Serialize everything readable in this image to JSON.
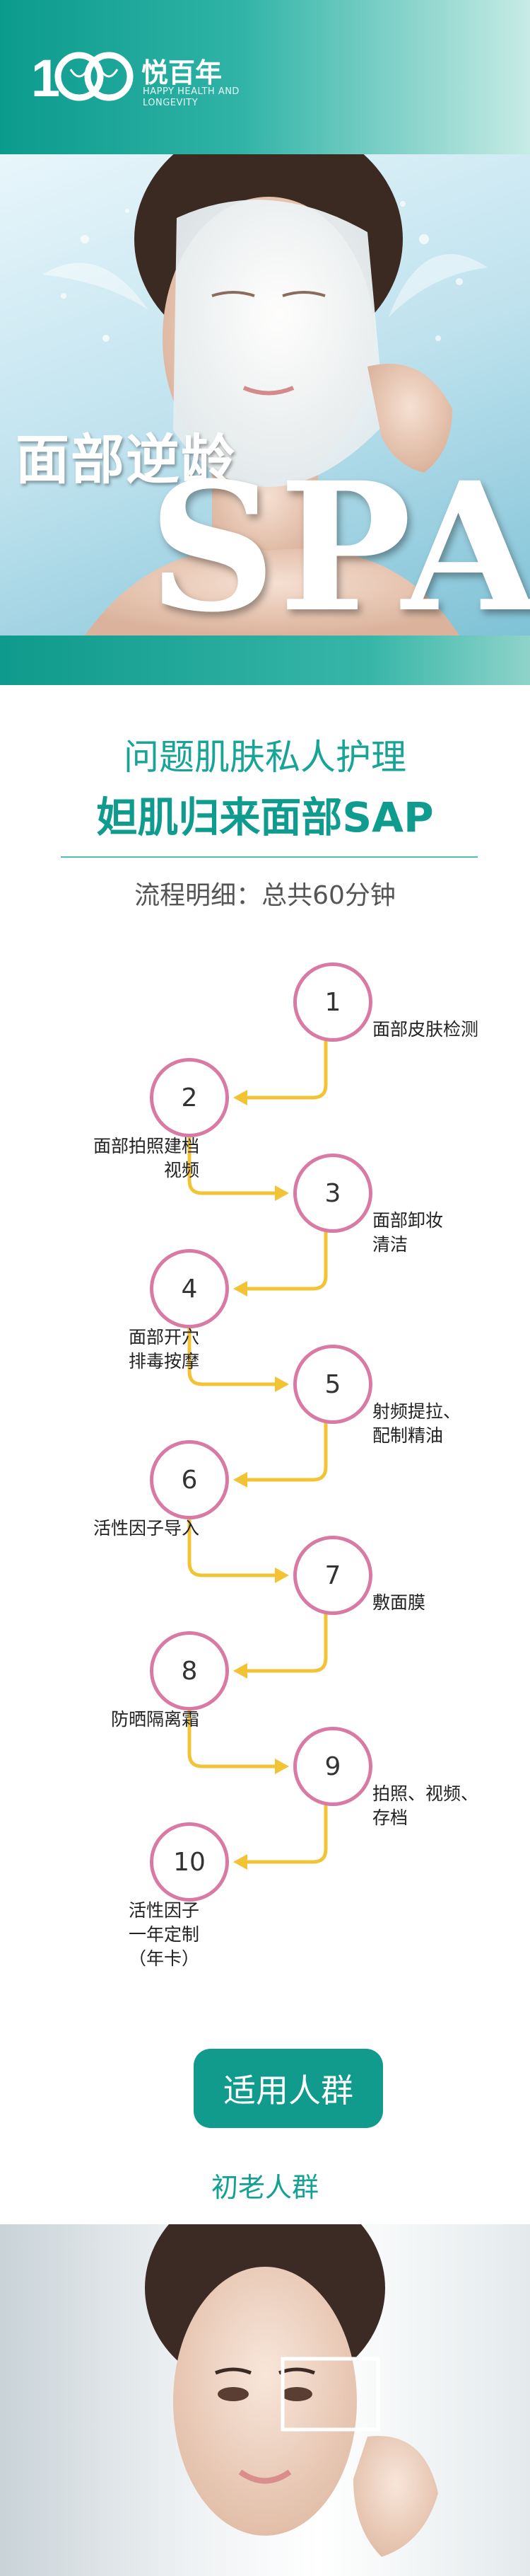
{
  "brand": {
    "name": "悦百年",
    "subtitle_line1": "HAPPY HEALTH AND",
    "subtitle_line2": "LONGEVITY"
  },
  "hero": {
    "title_cn": "面部逆龄",
    "title_en": "SPA"
  },
  "section": {
    "title_line1": "问题肌肤私人护理",
    "title_line2": "妲肌归来面部SAP",
    "subtitle": "流程明细：总共60分钟"
  },
  "steps": [
    {
      "num": "1",
      "lines": [
        "面部皮肤检测"
      ]
    },
    {
      "num": "2",
      "lines": [
        "面部拍照建档",
        "视频"
      ]
    },
    {
      "num": "3",
      "lines": [
        "面部卸妆",
        "清洁"
      ]
    },
    {
      "num": "4",
      "lines": [
        "面部开穴",
        "排毒按摩"
      ]
    },
    {
      "num": "5",
      "lines": [
        "射频提拉、",
        "配制精油"
      ]
    },
    {
      "num": "6",
      "lines": [
        "活性因子导入"
      ]
    },
    {
      "num": "7",
      "lines": [
        "敷面膜"
      ]
    },
    {
      "num": "8",
      "lines": [
        "防晒隔离霜"
      ]
    },
    {
      "num": "9",
      "lines": [
        "拍照、视频、",
        "存档"
      ]
    },
    {
      "num": "10",
      "lines": [
        "活性因子",
        "一年定制",
        "（年卡）"
      ]
    }
  ],
  "audience": {
    "button_label": "适用人群",
    "label": "初老人群"
  },
  "colors": {
    "brand_teal": "#119b8d",
    "circle_border": "#d87aa4",
    "arrow_yellow": "#f2c335"
  }
}
